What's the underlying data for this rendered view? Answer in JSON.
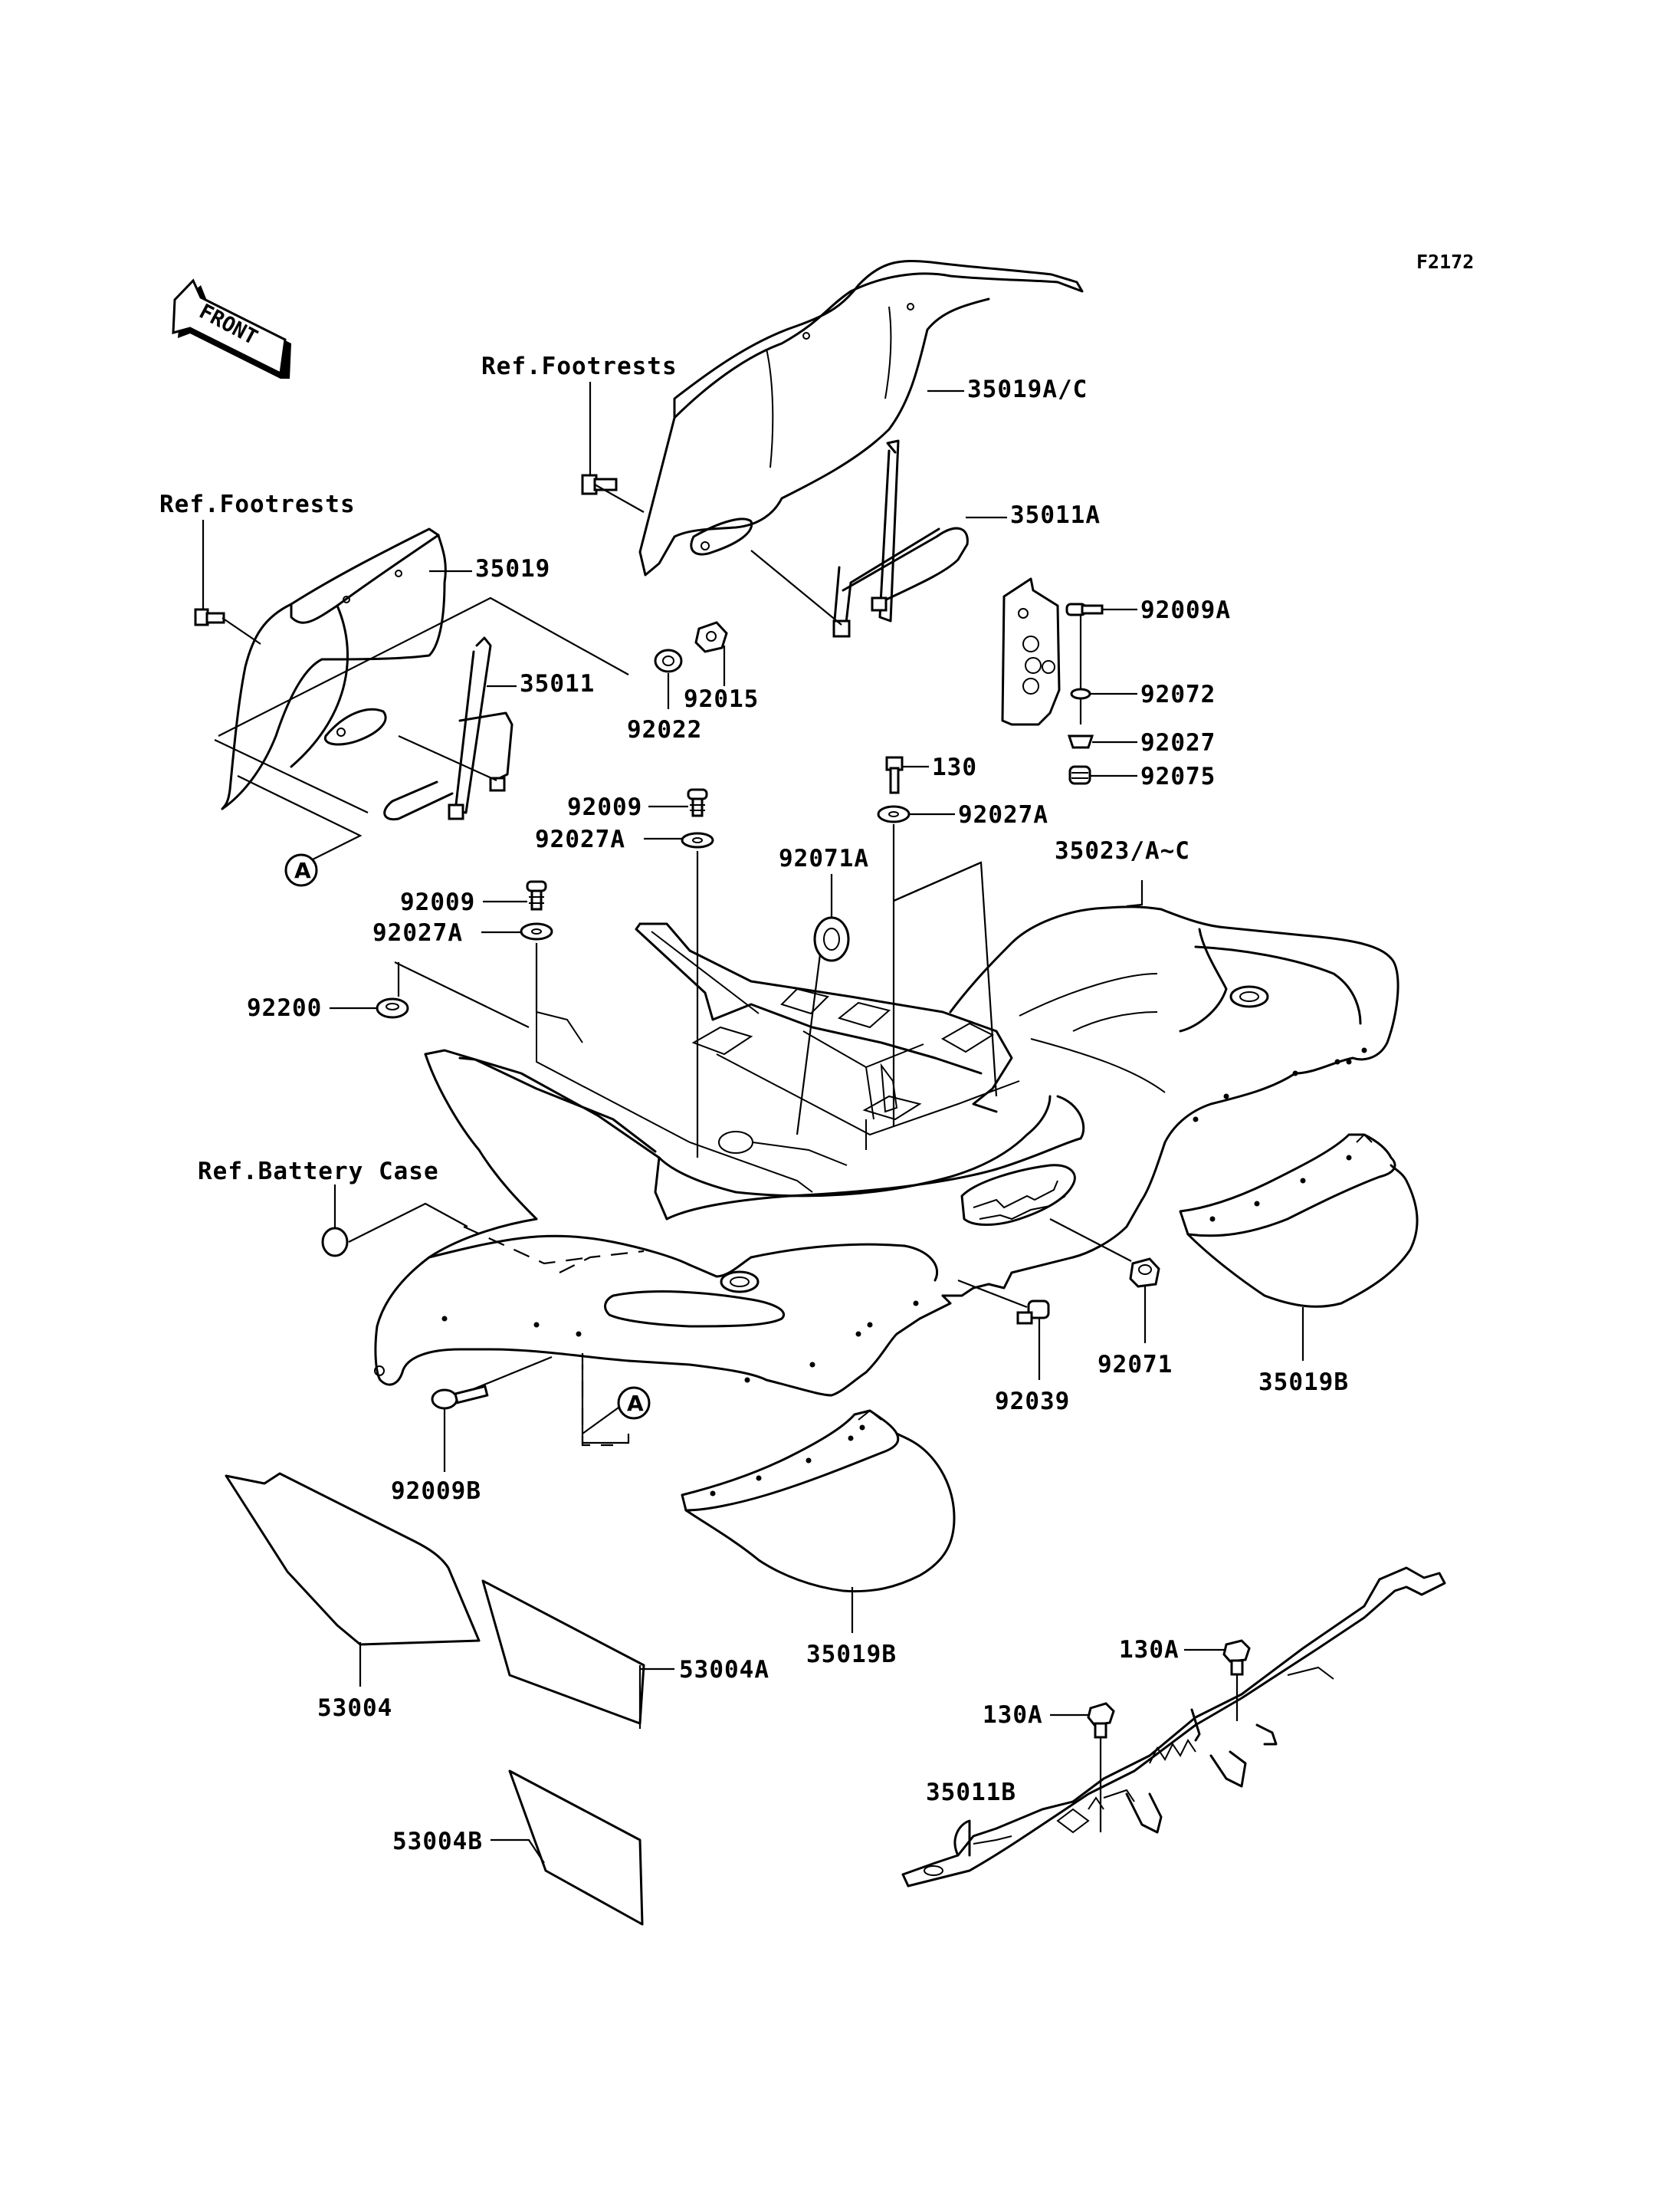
{
  "diagram_code": "F2172",
  "front_marker": "FRONT",
  "reference_marker": "A",
  "refs": {
    "footrests_upper": "Ref.Footrests",
    "footrests_left": "Ref.Footrests",
    "battery_case": "Ref.Battery Case"
  },
  "parts": {
    "p35019AC": "35019A/C",
    "p35011A": "35011A",
    "p35019": "35019",
    "p35011": "35011",
    "p92022": "92022",
    "p92015": "92015",
    "p92009A": "92009A",
    "p92072": "92072",
    "p92027": "92027",
    "p92075": "92075",
    "p130": "130",
    "p92027A_top": "92027A",
    "p92009_a": "92009",
    "p92027A_a": "92027A",
    "p92071A": "92071A",
    "p35023": "35023/A~C",
    "p92009_b": "92009",
    "p92027A_b": "92027A",
    "p92200": "92200",
    "p92039": "92039",
    "p92071": "92071",
    "p35019B_right": "35019B",
    "p92009B": "92009B",
    "p35019B_left": "35019B",
    "p53004": "53004",
    "p53004A": "53004A",
    "p53004B": "53004B",
    "p130A_a": "130A",
    "p130A_b": "130A",
    "p35011B": "35011B"
  }
}
